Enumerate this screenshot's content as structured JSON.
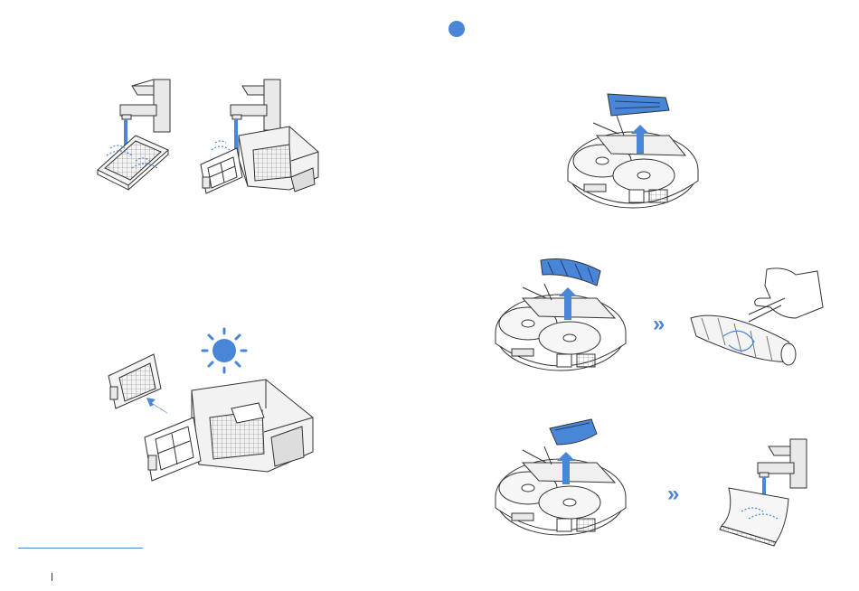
{
  "colors": {
    "accent": "#4a86d8",
    "line": "#333333",
    "light_line": "#777777",
    "fill_gray": "#e9e9e9",
    "white": "#ffffff"
  },
  "figures": [
    {
      "name": "filter-rinse-under-tap",
      "icon": "tap-and-filter-icon"
    },
    {
      "name": "dustbin-filter-rinse",
      "icon": "tap-and-dustbin-icon"
    },
    {
      "name": "sun-dry",
      "icon": "sun-icon"
    },
    {
      "name": "remove-brush-guard",
      "icon": "robot-cover-lift-icon"
    },
    {
      "name": "remove-main-brush",
      "icon": "robot-brush-lift-icon"
    },
    {
      "name": "cut-hair-from-brush",
      "icon": "hand-cutting-icon"
    },
    {
      "name": "remove-mop-cover",
      "icon": "robot-cover-lift-icon"
    },
    {
      "name": "rinse-cover-under-tap",
      "icon": "tap-and-cover-icon"
    }
  ],
  "arrows": {
    "glyph": "»"
  }
}
